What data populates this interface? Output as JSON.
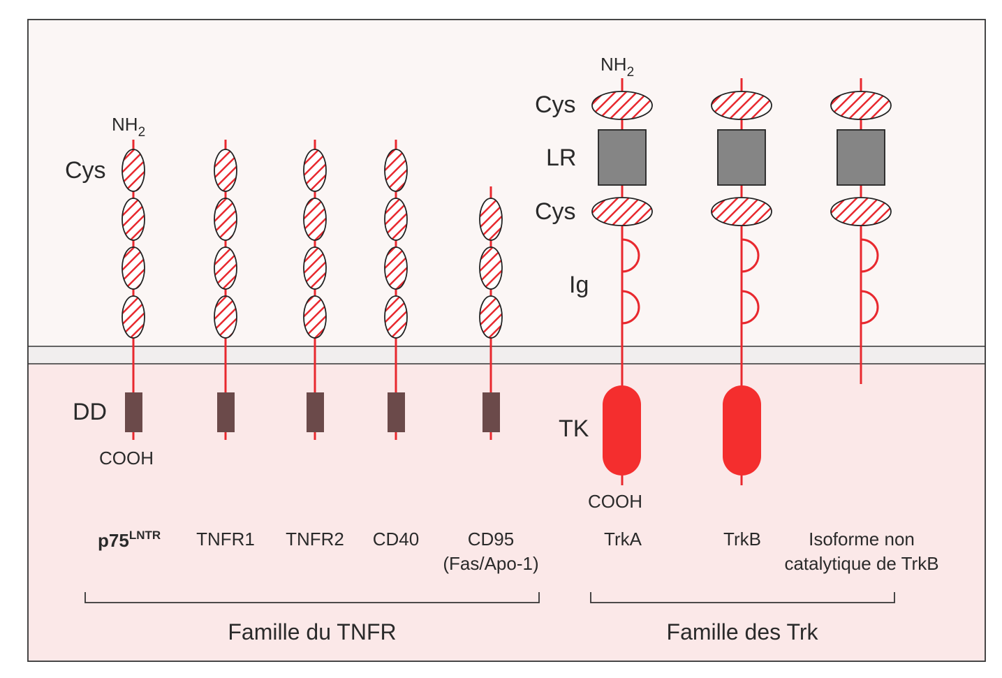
{
  "domain_labels": {
    "nh2": "NH",
    "nh2_sub": "2",
    "cys": "Cys",
    "lr": "LR",
    "ig": "Ig",
    "dd": "DD",
    "tk": "TK",
    "cooh": "COOH"
  },
  "receptors": {
    "p75": {
      "name": "p75",
      "sup": "LNTR"
    },
    "tnfr1": {
      "name": "TNFR1"
    },
    "tnfr2": {
      "name": "TNFR2"
    },
    "cd40": {
      "name": "CD40"
    },
    "cd95": {
      "name": "CD95",
      "name_line2": "(Fas/Apo-1)"
    },
    "trka": {
      "name": "TrkA"
    },
    "trkb": {
      "name": "TrkB"
    },
    "trkb_iso": {
      "name": "Isoforme non",
      "name_line2": "catalytique de TrkB"
    }
  },
  "families": {
    "tnfr": "Famille du TNFR",
    "trk": "Famille des Trk"
  },
  "colors": {
    "red": "#e8282e",
    "tk_red": "#f42e2e",
    "dd": "#6b4a4a",
    "lr": "#858585",
    "extracellular_bg": "#fbf6f5",
    "intracellular_bg": "#fbe7e7",
    "membrane_bg": "#f2f2f2"
  }
}
